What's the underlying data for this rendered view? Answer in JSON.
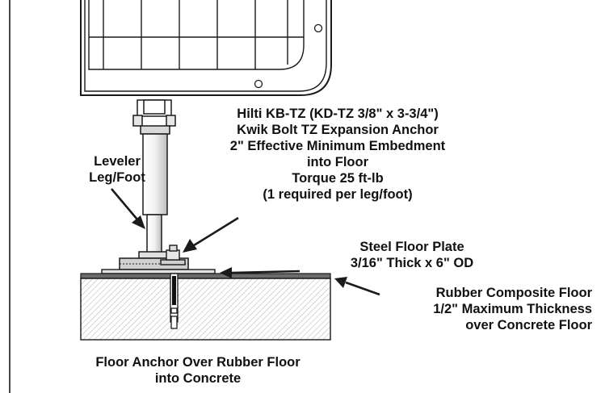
{
  "labels": {
    "anchor": [
      "Hilti KB-TZ (KD-TZ 3/8\" x 3-3/4\")",
      "Kwik Bolt TZ Expansion Anchor",
      "2\" Effective Minimum Embedment",
      "into Floor",
      "Torque 25 ft-lb",
      "(1 required per leg/foot)"
    ],
    "leveler": [
      "Leveler",
      "Leg/Foot"
    ],
    "plate": [
      "Steel Floor Plate",
      "3/16\" Thick x 6\" OD"
    ],
    "rubber": [
      "Rubber Composite Floor",
      "1/2\" Maximum Thickness",
      "over Concrete Floor"
    ],
    "caption": [
      "Floor Anchor Over Rubber Floor",
      "into Concrete"
    ]
  },
  "colors": {
    "line": "#1a1a1a",
    "concrete_hatch": "#9a9a9a",
    "rubber_floor": "#6b6b6b",
    "plate": "#e4e4e4"
  }
}
